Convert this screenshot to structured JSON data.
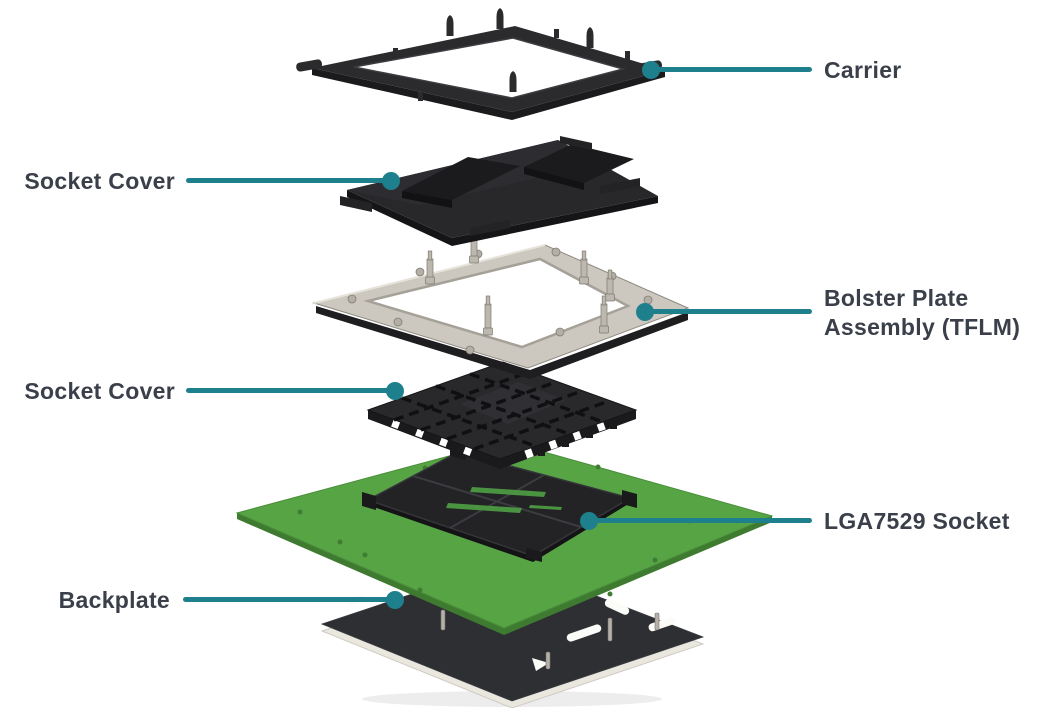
{
  "labels": {
    "carrier": "Carrier",
    "socket_cover_top": "Socket Cover",
    "bolster_plate": "Bolster Plate Assembly (TFLM)",
    "socket_cover_bottom": "Socket Cover",
    "lga_socket": "LGA7529 Socket",
    "backplate": "Backplate"
  },
  "colors": {
    "accent_teal": "#1F808D",
    "label_text": "#3A3F4A",
    "pcb_green": "#57A445",
    "pcb_edge_green": "#3E7B31",
    "metal_silver": "#CCC7BF",
    "plastic_black": "#29292C",
    "backplate_rim": "#EAE7DF",
    "background": "#FFFFFF"
  }
}
